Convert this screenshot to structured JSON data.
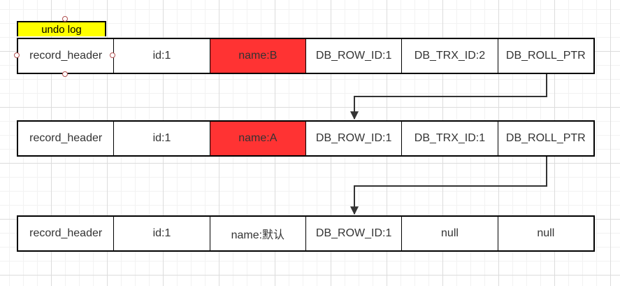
{
  "tag": {
    "label": "undo log"
  },
  "rows": [
    {
      "cells": [
        {
          "text": "record_header",
          "highlight": false
        },
        {
          "text": "id:1",
          "highlight": false
        },
        {
          "text": "name:B",
          "highlight": true
        },
        {
          "text": "DB_ROW_ID:1",
          "highlight": false
        },
        {
          "text": "DB_TRX_ID:2",
          "highlight": false
        },
        {
          "text": "DB_ROLL_PTR",
          "highlight": false
        }
      ]
    },
    {
      "cells": [
        {
          "text": "record_header",
          "highlight": false
        },
        {
          "text": "id:1",
          "highlight": false
        },
        {
          "text": "name:A",
          "highlight": true
        },
        {
          "text": "DB_ROW_ID:1",
          "highlight": false
        },
        {
          "text": "DB_TRX_ID:1",
          "highlight": false
        },
        {
          "text": "DB_ROLL_PTR",
          "highlight": false
        }
      ]
    },
    {
      "cells": [
        {
          "text": "record_header",
          "highlight": false
        },
        {
          "text": "id:1",
          "highlight": false
        },
        {
          "text": "name:默认",
          "highlight": false
        },
        {
          "text": "DB_ROW_ID:1",
          "highlight": false
        },
        {
          "text": "null",
          "highlight": false
        },
        {
          "text": "null",
          "highlight": false
        }
      ]
    }
  ],
  "colors": {
    "highlight": "#ff3333",
    "tag": "#ffff00"
  }
}
